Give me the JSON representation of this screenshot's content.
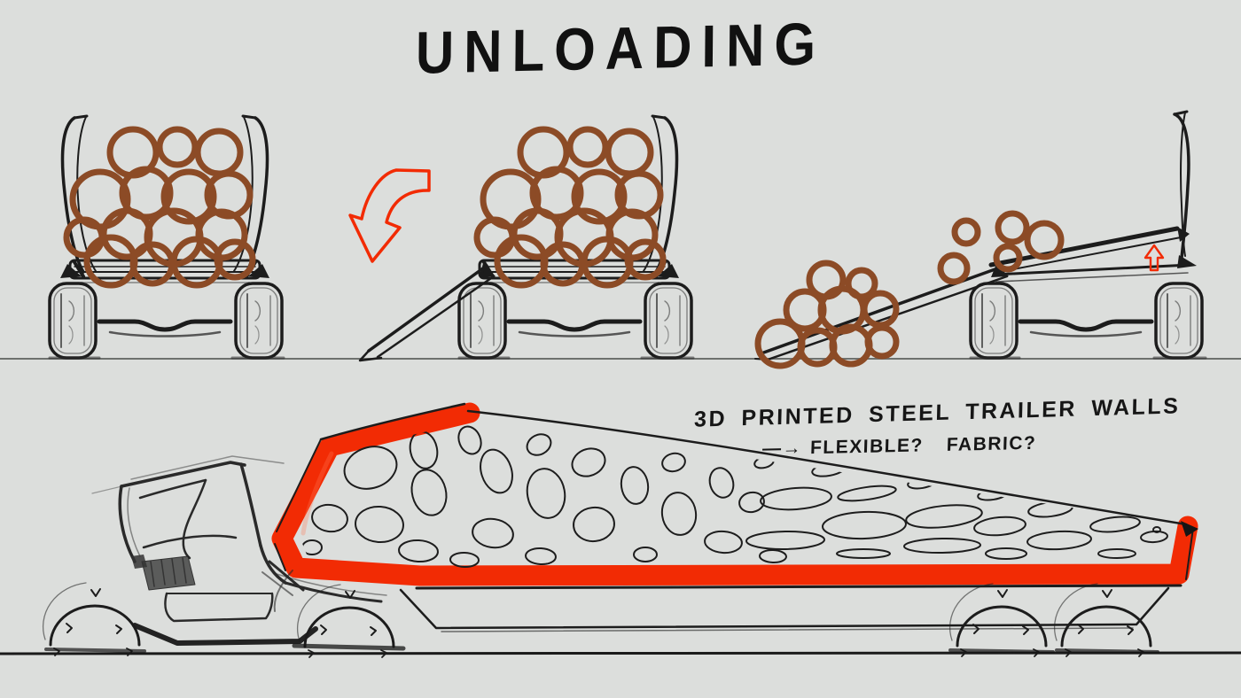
{
  "title": "UNLOADING",
  "annotation": {
    "line1": "3D PRINTED STEEL TRAILER WALLS",
    "arrow": "—→",
    "question1": "FLEXIBLE?",
    "question2": "FABRIC?"
  },
  "colors": {
    "background": "#dcdedc",
    "ink": "#1c1c1c",
    "accent_red": "#f22b04",
    "log_brown": "#8c4b26"
  },
  "icons": {
    "unload_direction": "curved-down-arrow-icon",
    "bed_lift": "up-arrow-icon",
    "flexible_note": "long-right-arrow-icon"
  }
}
